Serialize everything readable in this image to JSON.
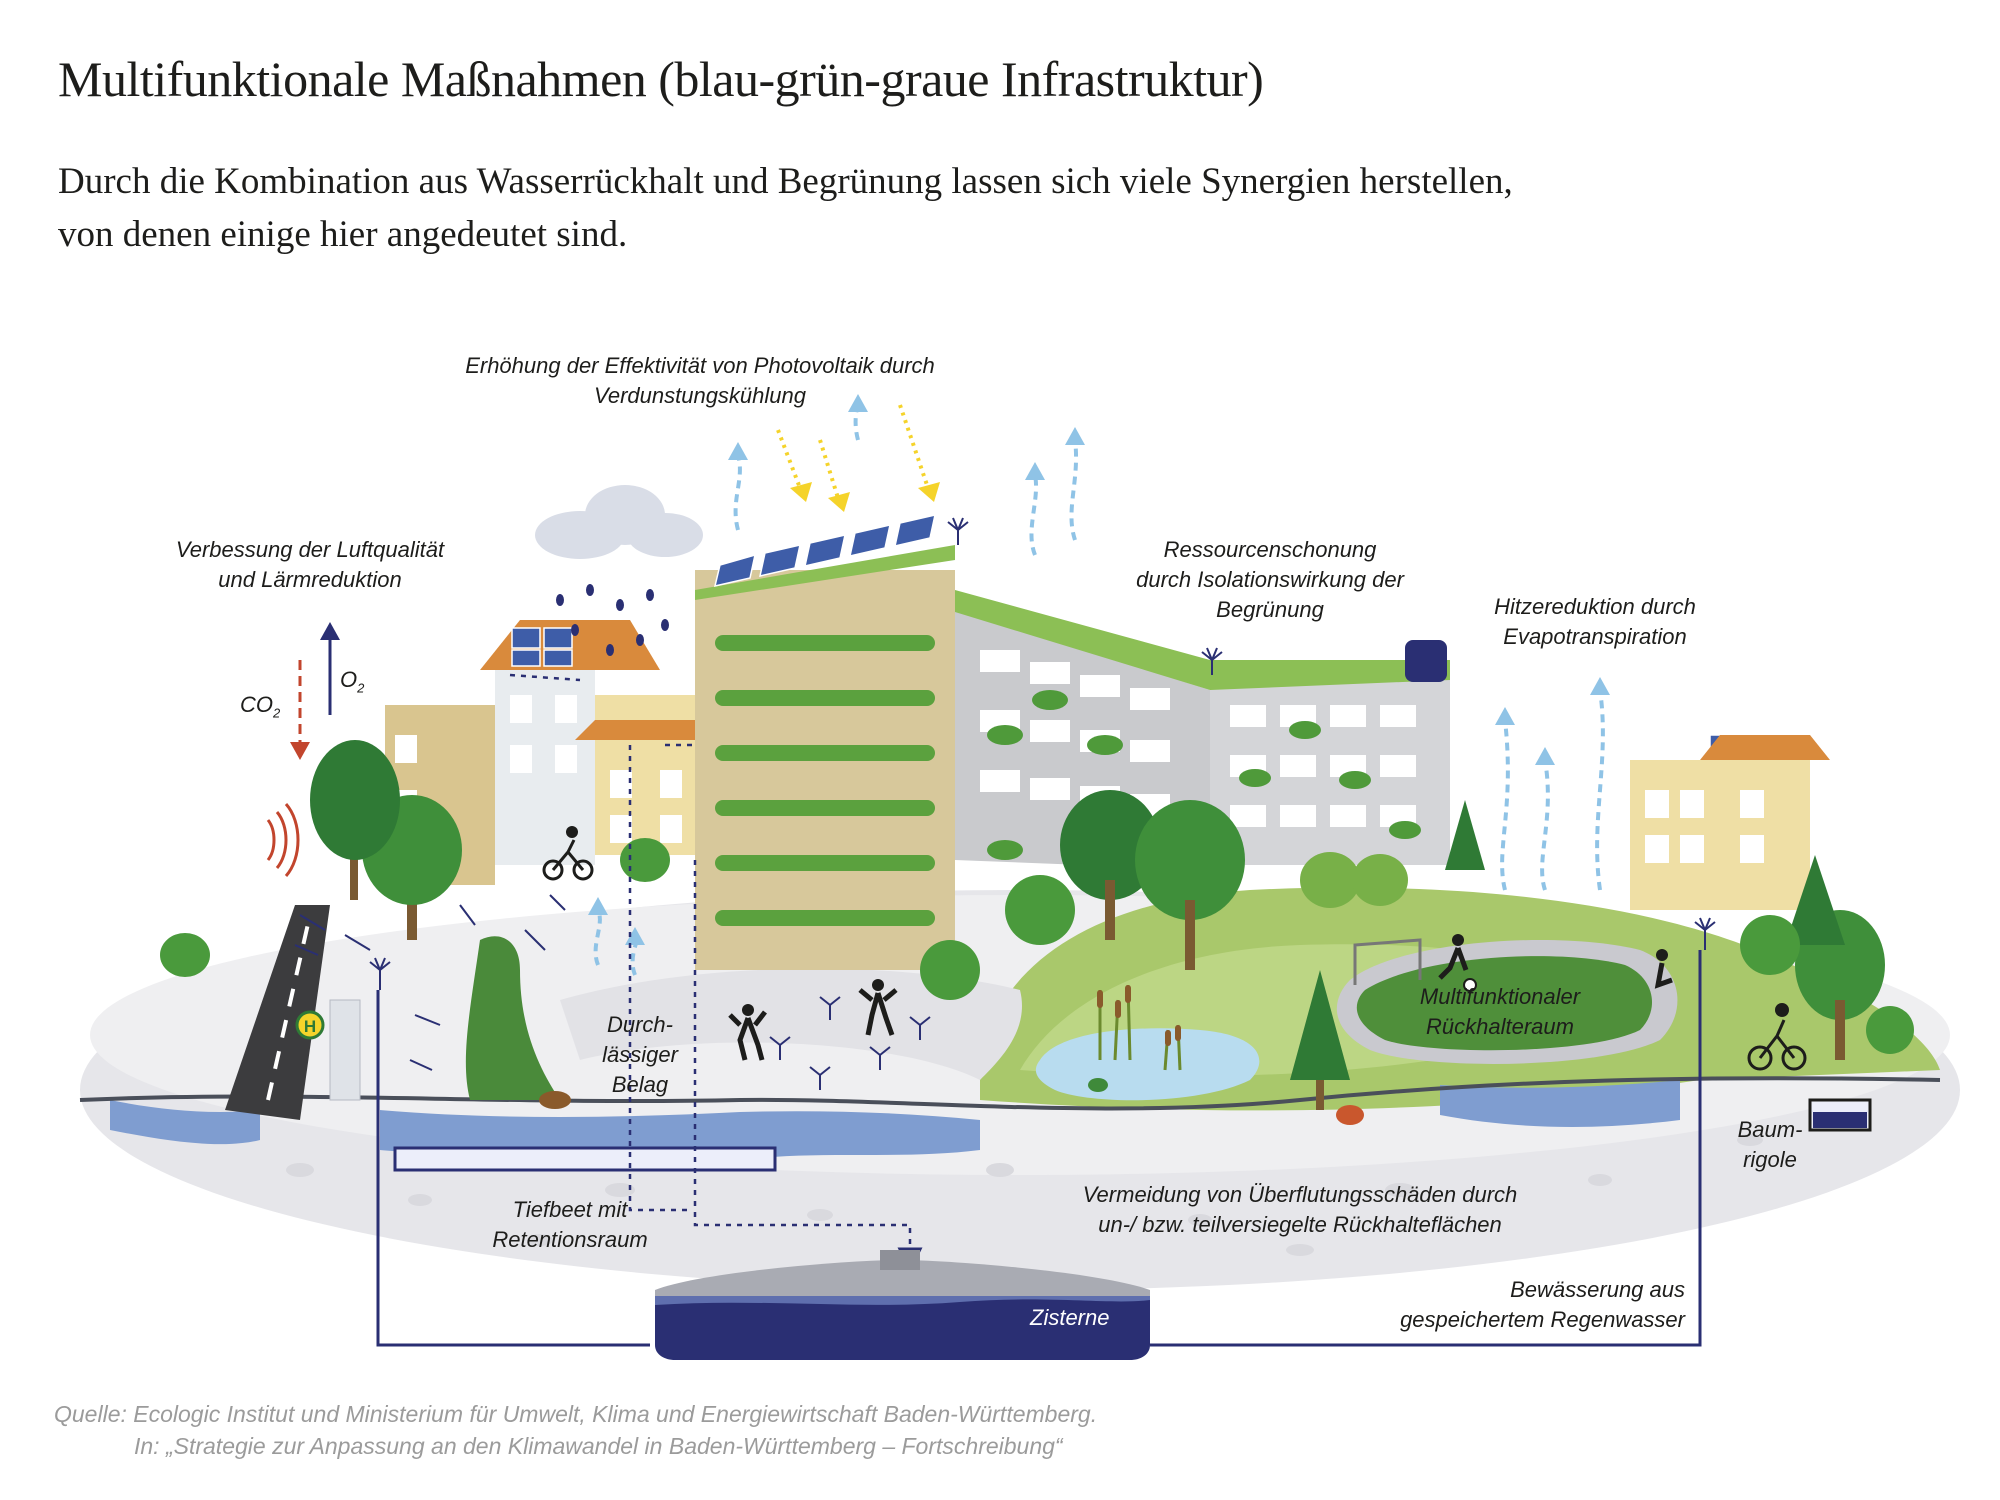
{
  "header": {
    "title": "Multifunktionale Maßnahmen (blau-grün-graue Infrastruktur)",
    "subtitle_line1": "Durch die Kombination aus Wasserrückhalt und Begrünung lassen sich viele Synergien herstellen,",
    "subtitle_line2": "von denen einige hier angedeutet sind."
  },
  "labels": {
    "photovoltaik": [
      "Erhöhung der Effektivität von Photovoltaik durch",
      "Verdunstungskühlung"
    ],
    "luftqualitaet": [
      "Verbessung der Luftqualität",
      "und Lärmreduktion"
    ],
    "ressourcen": [
      "Ressourcenschonung",
      "durch Isolationswirkung der",
      "Begrünung"
    ],
    "hitze": [
      "Hitzereduktion durch",
      "Evapotranspiration"
    ],
    "co2": "CO",
    "co2_sub": "2",
    "o2": "O",
    "o2_sub": "2",
    "bus_stop": "H",
    "belag": [
      "Durch-",
      "lässiger",
      "Belag"
    ],
    "rueckhalteraum": [
      "Multifunktionaler",
      "Rückhalteraum"
    ],
    "baumrigole": [
      "Baum-",
      "rigole"
    ],
    "tiefbeet": [
      "Tiefbeet mit",
      "Retentionsraum"
    ],
    "ueberflutung": [
      "Vermeidung von Überflutungsschäden durch",
      "un-/ bzw. teilversiegelte Rückhalteflächen"
    ],
    "bewaesserung": [
      "Bewässerung aus",
      "gespeichertem Regenwasser"
    ],
    "zisterne": "Zisterne"
  },
  "source": {
    "line1": "Quelle: Ecologic Institut und Ministerium für Umwelt, Klima und Energiewirtschaft Baden-Württemberg.",
    "line2": "In: „Strategie zur Anpassung an den Klimawandel in Baden-Württemberg – Fortschreibung“"
  },
  "colors": {
    "navy": "#2a2f73",
    "water_blue": "#7f9dd0",
    "light_blue_arrow": "#8fc3e6",
    "sun_yellow": "#f5d32a",
    "green_dark": "#2f7a35",
    "green_mid": "#6aa83a",
    "grass": "#a8c96a",
    "ground_grey": "#e4e4e7",
    "wall_beige": "#d6c69b",
    "co2_red": "#c2452d"
  }
}
